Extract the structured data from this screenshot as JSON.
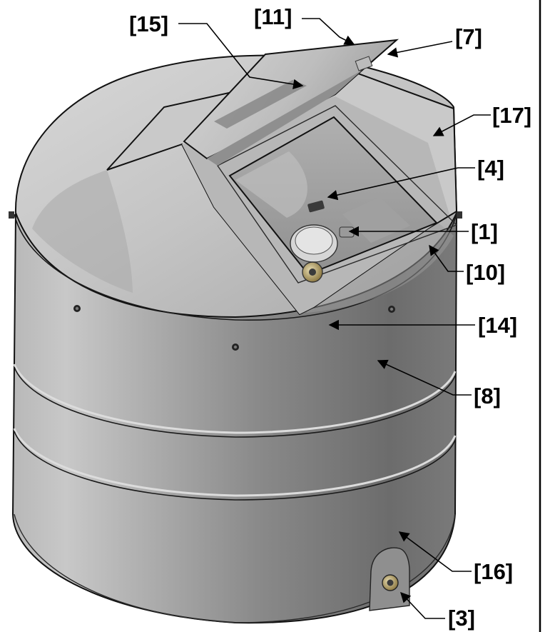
{
  "diagram": {
    "colors": {
      "body_light": "#c4c4c4",
      "body_dark": "#5e5e5e",
      "lid_light": "#e0e0e0",
      "lid_dark": "#8c8c8c",
      "brass_fitting": "#b9a779",
      "ink": "#000000"
    },
    "callouts": [
      {
        "id": "15",
        "label": "[15]"
      },
      {
        "id": "11",
        "label": "[11]"
      },
      {
        "id": "7",
        "label": "[7]"
      },
      {
        "id": "17",
        "label": "[17]"
      },
      {
        "id": "4",
        "label": "[4]"
      },
      {
        "id": "1",
        "label": "[1]"
      },
      {
        "id": "10",
        "label": "[10]"
      },
      {
        "id": "14",
        "label": "[14]"
      },
      {
        "id": "8",
        "label": "[8]"
      },
      {
        "id": "16",
        "label": "[16]"
      },
      {
        "id": "3",
        "label": "[3]"
      }
    ]
  }
}
